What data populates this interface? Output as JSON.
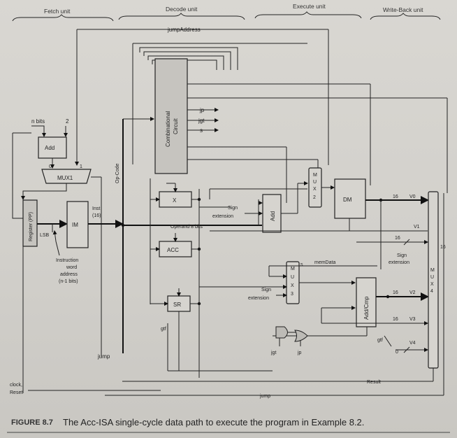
{
  "stages": {
    "fetch": "Fetch unit",
    "decode": "Decode unit",
    "execute": "Execute unit",
    "writeback": "Write-Back unit"
  },
  "signals": {
    "jump_address": "jumpAddress",
    "n_bits": "n bits",
    "two": "2",
    "lsb": "LSB",
    "inst": "Inst",
    "inst_width": "(16)",
    "op_code": "Op-Code",
    "operand": "Operand 8 bits",
    "sign_ext": "Sign",
    "sign_ext2": "extension",
    "jp": "jp",
    "jgt": "jgt",
    "s": "s",
    "mem_data": "memData",
    "gtf": "gtf",
    "jump": "jump",
    "clock": "clock,",
    "reset": "Reset",
    "result": "Result",
    "w16": "16",
    "v0": "V0",
    "v1": "V1",
    "v2": "V2",
    "v3": "V3",
    "v4": "V4",
    "zero": "0",
    "mux_in0": "0",
    "mux_in1": "1",
    "iw1": "Instruction",
    "iw2": "word",
    "iw3": "address",
    "iw4": "(n-1 bits)"
  },
  "blocks": {
    "add": "Add",
    "mux1": "MUX1",
    "register_pc": "Register (PP)",
    "im": "IM",
    "comb1": "Combinational",
    "comb2": "Circuit",
    "x": "X",
    "acc": "ACC",
    "sr": "SR",
    "add2": "Add",
    "dm": "DM",
    "addcmp": "Add/Cmp",
    "mux2": [
      "M",
      "U",
      "X",
      "2"
    ],
    "mux3": [
      "M",
      "U",
      "X",
      "3"
    ],
    "mux4": [
      "M",
      "U",
      "X",
      "4"
    ]
  },
  "caption": {
    "label": "FIGURE 8.7",
    "text": "The Acc-ISA single-cycle data path to execute the program in Example 8.2."
  }
}
